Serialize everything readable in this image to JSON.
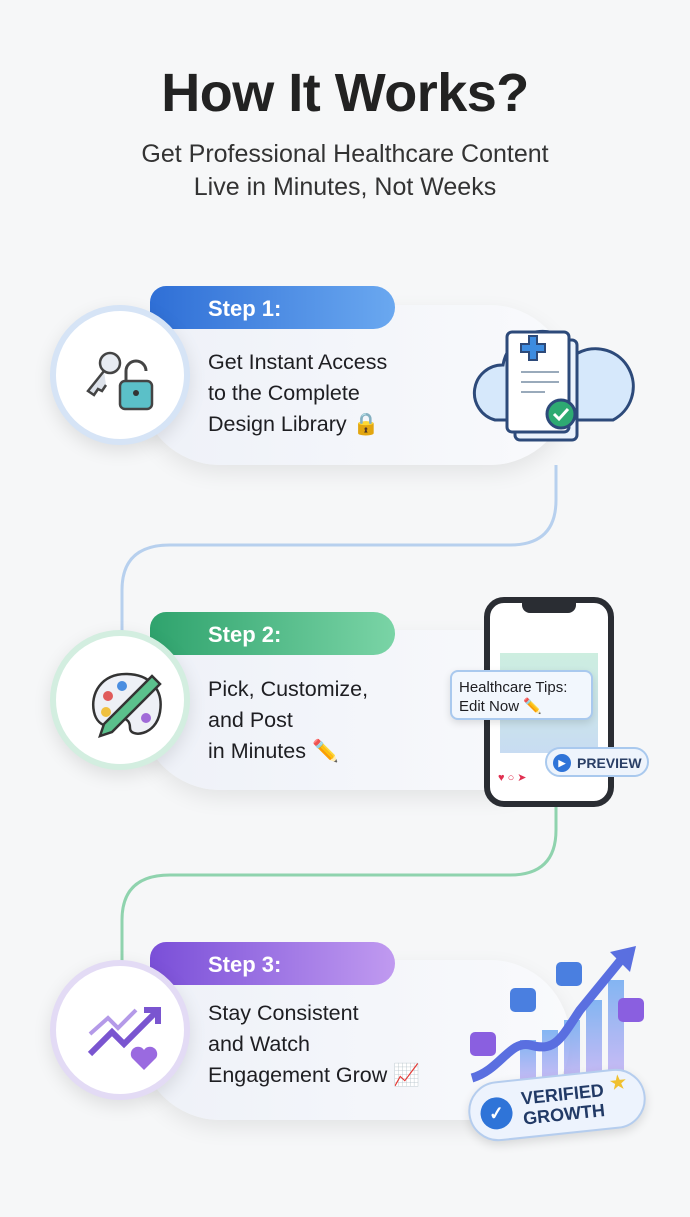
{
  "header": {
    "title": "How It Works?",
    "subtitle_line1": "Get Professional Healthcare Content",
    "subtitle_line2": "Live in Minutes, Not Weeks"
  },
  "steps": [
    {
      "label": "Step 1:",
      "lines": [
        "Get Instant Access",
        "to the Complete",
        "Design Library 🔒"
      ],
      "color": "#3d7ee0",
      "icon": "key-and-unlocked-padlock-icon",
      "illustration": "cloud-document-icon"
    },
    {
      "label": "Step 2:",
      "lines": [
        "Pick, Customize,",
        "and Post",
        "in Minutes ✏️"
      ],
      "color": "#3fae7e",
      "icon": "palette-and-pencil-icon",
      "illustration": "phone-mockup"
    },
    {
      "label": "Step 3:",
      "lines": [
        "Stay Consistent",
        "and Watch",
        "Engagement Grow 📈"
      ],
      "color": "#8a5fe0",
      "icon": "trend-heart-icon",
      "illustration": "growth-chart"
    }
  ],
  "phone": {
    "tooltip_line1": "Healthcare Tips:",
    "tooltip_line2": "Edit Now ✏️",
    "preview_label": "PREVIEW"
  },
  "badge": {
    "line1": "VERIFIED",
    "line2": "GROWTH"
  }
}
